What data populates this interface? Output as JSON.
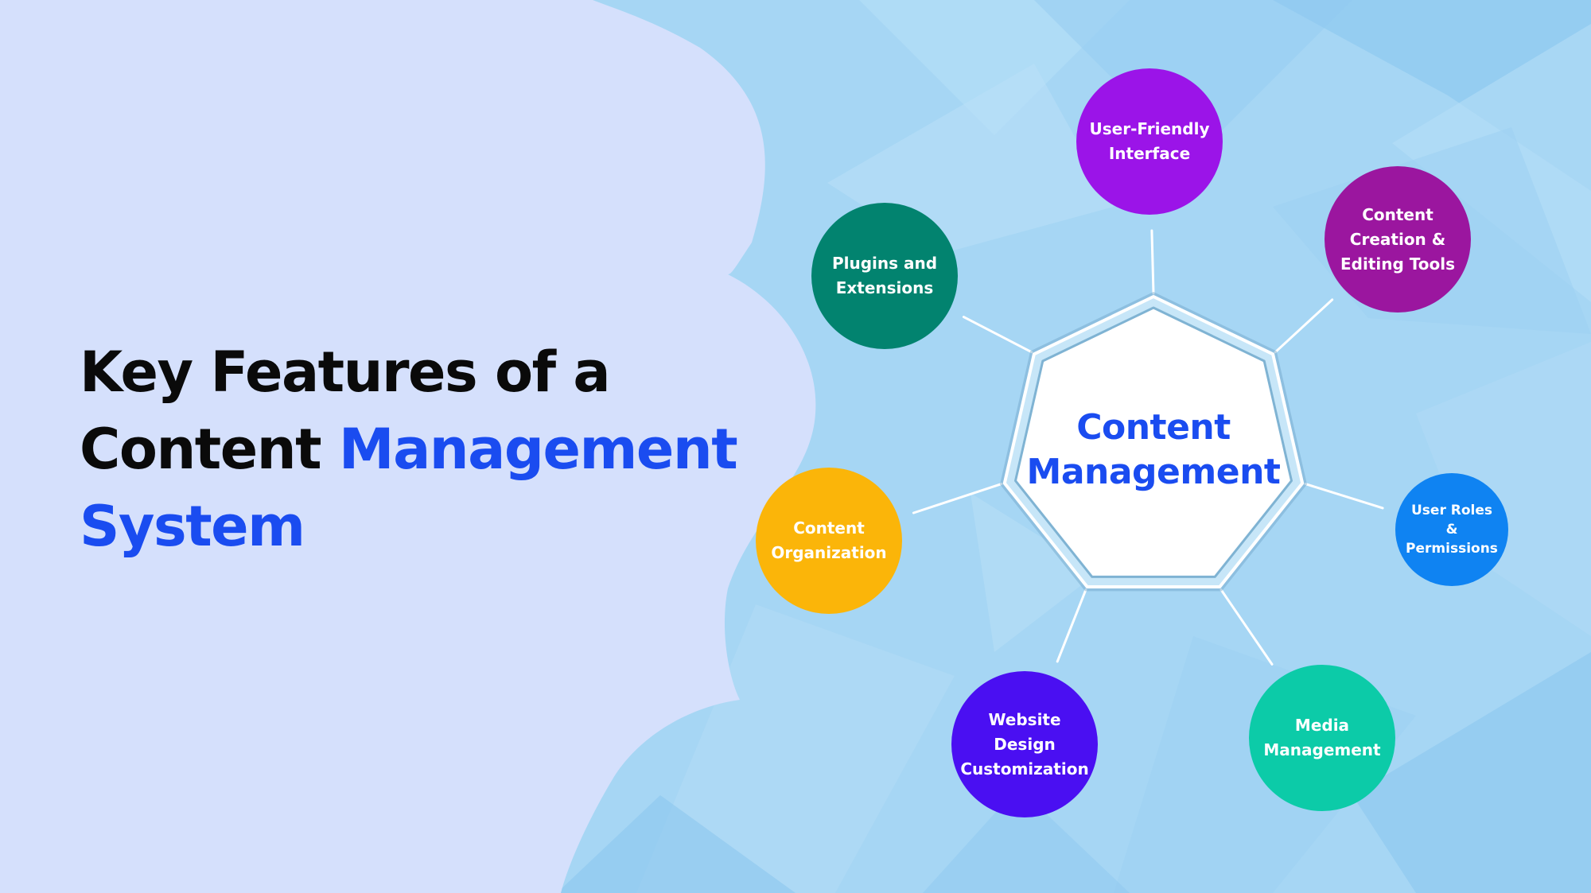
{
  "title": {
    "line1": "Key Features of a",
    "line2_plain": "Content",
    "line2_accent": "Management",
    "line3_accent": "System"
  },
  "diagram": {
    "center": {
      "line1": "Content",
      "line2": "Management"
    },
    "features": [
      {
        "id": "user-friendly-interface",
        "label": "User-Friendly\nInterface",
        "color": "#9b14e8"
      },
      {
        "id": "content-creation-editing-tools",
        "label": "Content\nCreation &\nEditing Tools",
        "color": "#9b169f"
      },
      {
        "id": "user-roles-permissions",
        "label": "User Roles &\nPermissions",
        "color": "#0f83f2"
      },
      {
        "id": "media-management",
        "label": "Media\nManagement",
        "color": "#0ccba8"
      },
      {
        "id": "website-design-customization",
        "label": "Website\nDesign\nCustomization",
        "color": "#4a0ff2"
      },
      {
        "id": "content-organization",
        "label": "Content\nOrganization",
        "color": "#fbb509"
      },
      {
        "id": "plugins-extensions",
        "label": "Plugins and\nExtensions",
        "color": "#02836f"
      }
    ]
  },
  "colors": {
    "accent": "#1a4cf0",
    "left_panel": "#d5e0fc",
    "right_background": "#9fd3f2"
  }
}
